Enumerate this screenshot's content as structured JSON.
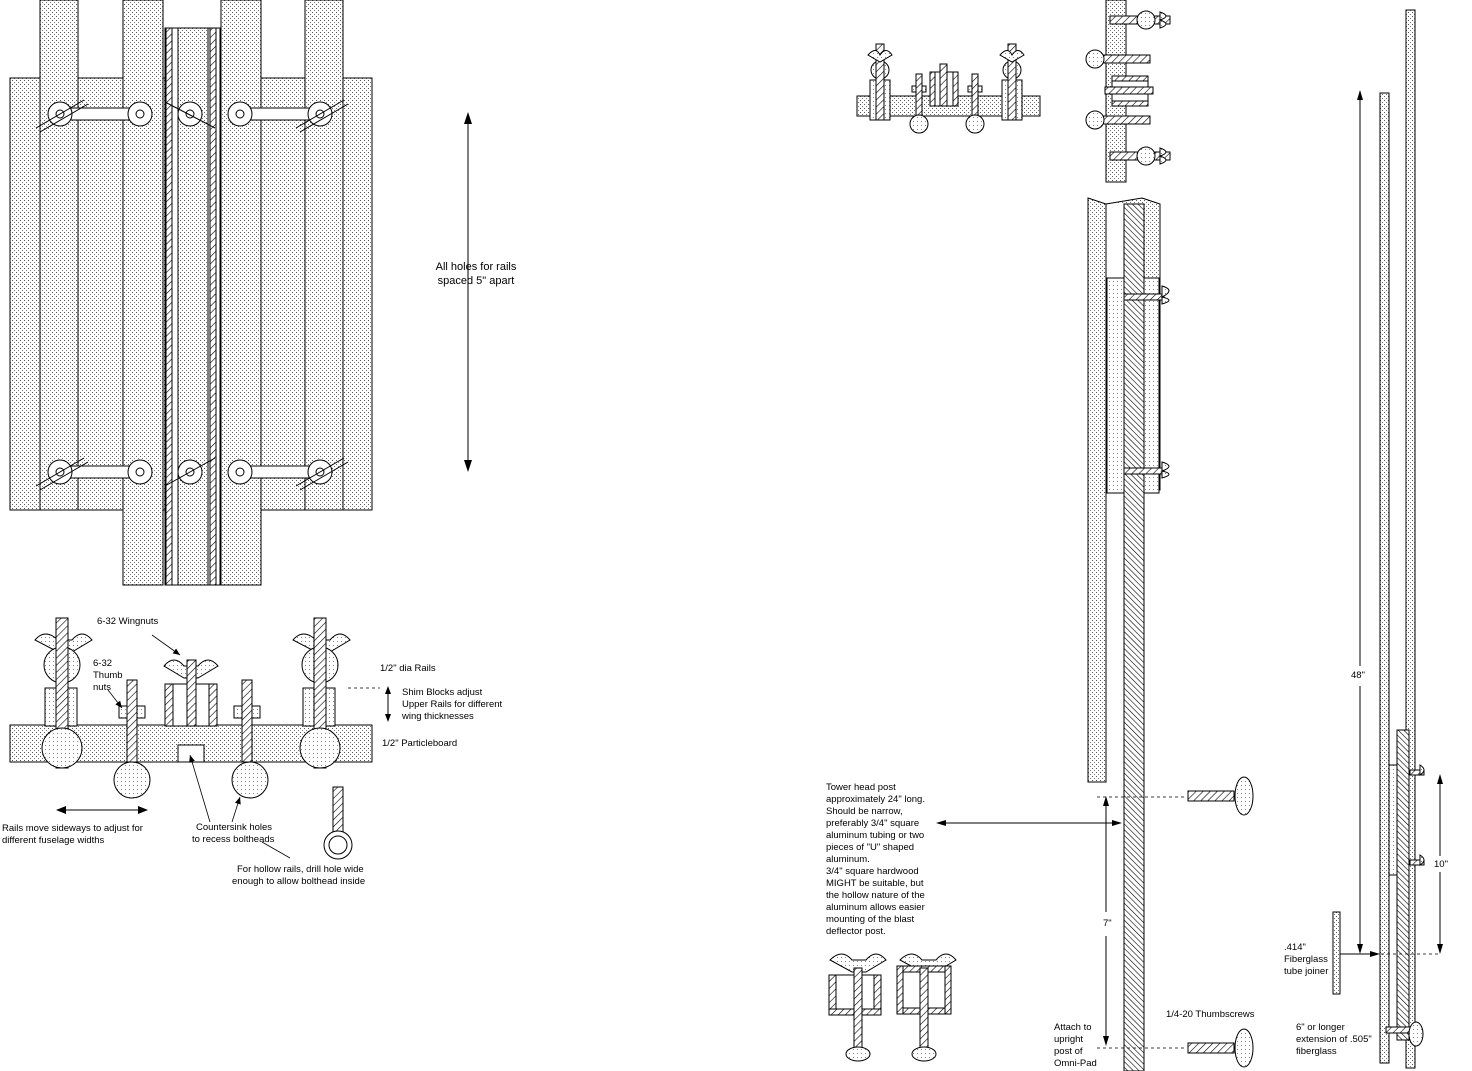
{
  "labels": {
    "rails_spacing": [
      "All holes for rails",
      "spaced 5\" apart"
    ],
    "wingnuts": "6-32 Wingnuts",
    "thumb_nuts": [
      "6-32",
      "Thumb",
      "nuts"
    ],
    "dia_rails": "1/2\" dia Rails",
    "shim_blocks": [
      "Shim Blocks adjust",
      "Upper Rails for different",
      "wing thicknesses"
    ],
    "particleboard": "1/2\" Particleboard",
    "rails_move": [
      "Rails move sideways to adjust for",
      "different fuselage widths"
    ],
    "countersink": [
      "Countersink holes",
      "to recess boltheads"
    ],
    "hollow_rails": [
      "For hollow rails, drill hole wide",
      "enough to allow bolthead inside"
    ],
    "tower_head": [
      "Tower head post",
      "approximately 24\" long.",
      "Should be narrow,",
      "preferably 3/4\" square",
      "aluminum tubing or two",
      "pieces of \"U\" shaped",
      "aluminum.",
      "3/4\" square hardwood",
      "MIGHT be suitable, but",
      "the hollow nature of the",
      "aluminum allows easier",
      "mounting of the blast",
      "deflector post."
    ],
    "seven_in": "7\"",
    "attach_to": [
      "Attach to",
      "upright",
      "post of",
      "Omni-Pad"
    ],
    "thumbscrews": "1/4-20 Thumbscrews",
    "forty_eight": "48\"",
    "ten_in": "10\"",
    "fiberglass_joiner": [
      ".414\"",
      "Fiberglass",
      "tube joiner"
    ],
    "extension": [
      "6\" or longer",
      "extension of .505\"",
      "fiberglass"
    ]
  }
}
